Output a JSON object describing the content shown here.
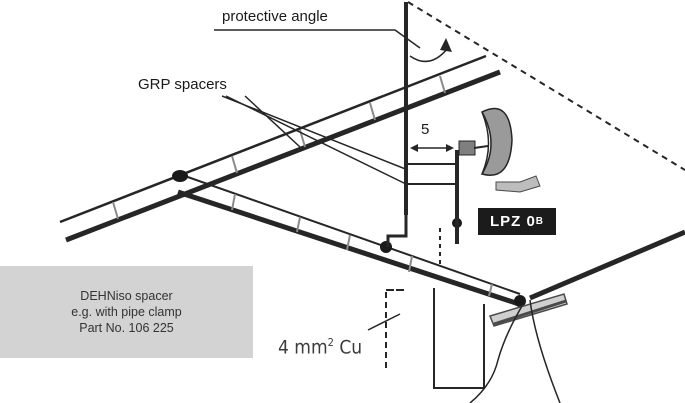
{
  "labels": {
    "protective_angle": "protective angle",
    "grp_spacers": "GRP spacers",
    "separation_distance": "5",
    "lpz": {
      "main": "LPZ 0",
      "sub": "B"
    },
    "cable": {
      "main": "4 mm",
      "sup": "2",
      "tail": " Cu"
    },
    "dehniso": {
      "line1": "DEHNiso spacer",
      "line2": "e.g. with pipe clamp",
      "line3": "Part No. 106 225"
    }
  },
  "colors": {
    "line": "#262626",
    "spacer": "#8a8a8a",
    "dish": "#9a9a9a",
    "lpz_bg": "#1b1b1b",
    "dehniso_bg": "#d3d3d3"
  }
}
